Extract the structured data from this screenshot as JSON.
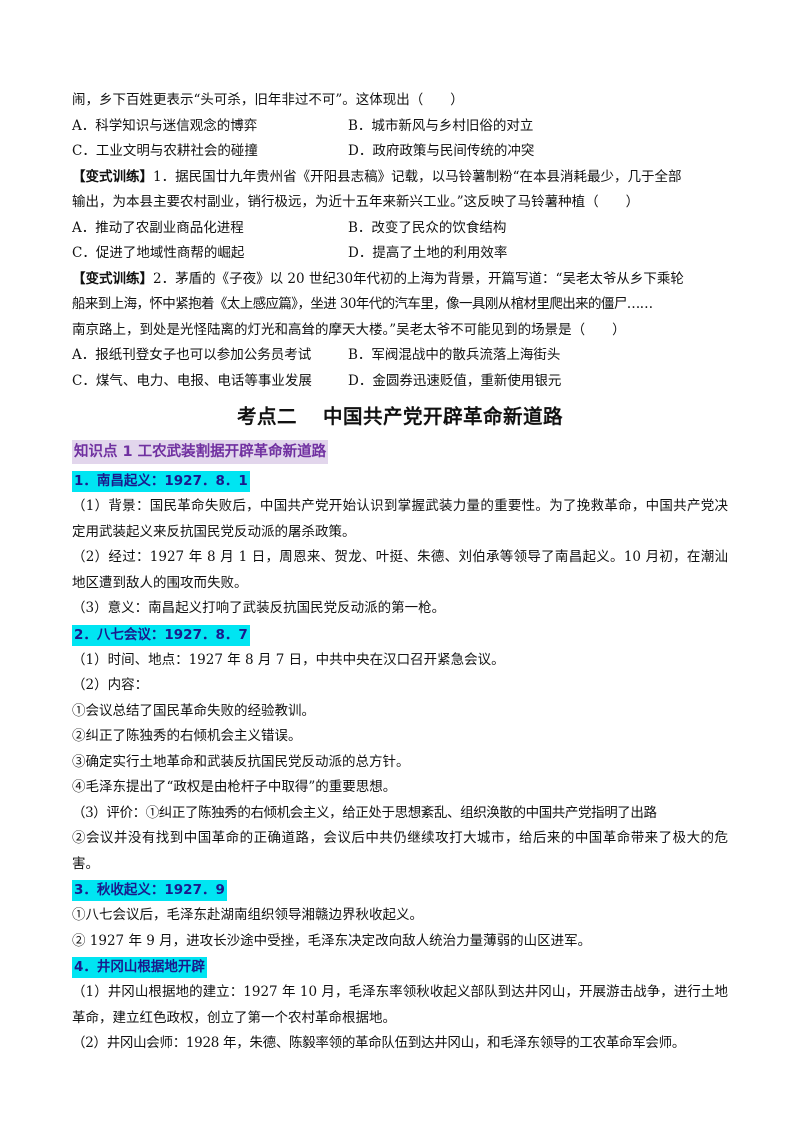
{
  "top_question": {
    "line1": "闹，乡下百姓更表示“头可杀，旧年非过不可”。这体现出（　　）",
    "options": [
      [
        "A．科学知识与迷信观念的博弈",
        "B．城市新风与乡村旧俗的对立"
      ],
      [
        "C．工业文明与农耕社会的碰撞",
        "D．政府政策与民间传统的冲突"
      ]
    ]
  },
  "exercise1": {
    "tag": "【变式训练】",
    "line1": "1．据民国廿九年贵州省《开阳县志稿》记载，以马铃薯制粉“在本县消耗最少，几于全部",
    "line2": "输出，为本县主要农村副业，销行极远，为近十五年来新兴工业。”这反映了马铃薯种植（　　）",
    "options": [
      [
        "A．推动了农副业商品化进程",
        "B．改变了民众的饮食结构"
      ],
      [
        "C．促进了地域性商帮的崛起",
        "D．提高了土地的利用效率"
      ]
    ]
  },
  "exercise2": {
    "tag": "【变式训练】",
    "line1": "2．茅盾的《子夜》以 20 世纪30年代初的上海为背景，开篇写道：“吴老太爷从乡下乘轮",
    "line2": "船来到上海，怀中紧抱着《太上感应篇》，坐进 30年代的汽车里，像一具刚从棺材里爬出来的僵尸……",
    "line3": "南京路上，到处是光怪陆离的灯光和高耸的摩天大楼。”吴老太爷不可能见到的场景是（　　）",
    "options": [
      [
        "A．报纸刊登女子也可以参加公务员考试",
        "B．军阀混战中的散兵流落上海街头"
      ],
      [
        "C．煤气、电力、电报、电话等事业发展",
        "D．金圆券迅速贬值，重新使用银元"
      ]
    ]
  },
  "kaodian": {
    "num": "考点二",
    "title": "中国共产党开辟革命新道路"
  },
  "zhishidian": "知识点 1  工农武装割据开辟革命新道路",
  "s1": {
    "head": "1．南昌起义：1927．8．1",
    "p1": "（1）背景：国民革命失败后，中国共产党开始认识到掌握武装力量的重要性。为了挽救革命，中国共产党决定用武装起义来反抗国民党反动派的屠杀政策。",
    "p2": "（2）经过：1927 年 8 月 1 日，周恩来、贺龙、叶挺、朱德、刘伯承等领导了南昌起义。10 月初，在潮汕地区遭到敌人的围攻而失败。",
    "p3": "（3）意义：南昌起义打响了武装反抗国民党反动派的第一枪。"
  },
  "s2": {
    "head": "2．八七会议：1927．8．7",
    "p1": "（1）时间、地点：1927 年 8 月 7 日，中共中央在汉口召开紧急会议。",
    "p2": "（2）内容：",
    "i1": "①会议总结了国民革命失败的经验教训。",
    "i2": "②纠正了陈独秀的右倾机会主义错误。",
    "i3": "③确定实行土地革命和武装反抗国民党反动派的总方针。",
    "i4": "④毛泽东提出了“政权是由枪杆子中取得”的重要思想。",
    "p3": "（3）评价：①纠正了陈独秀的右倾机会主义，给正处于思想紊乱、组织涣散的中国共产党指明了出路",
    "p4": "②会议并没有找到中国革命的正确道路，会议后中共仍继续攻打大城市，给后来的中国革命带来了极大的危害。"
  },
  "s3": {
    "head": "3．秋收起义：1927．9",
    "i1": "①八七会议后，毛泽东赴湖南组织领导湘赣边界秋收起义。",
    "i2": "② 1927 年 9 月，进攻长沙途中受挫，毛泽东决定改向敌人统治力量薄弱的山区进军。"
  },
  "s4": {
    "head": "4．井冈山根据地开辟",
    "p1": "（1）井冈山根据地的建立：1927 年 10 月，毛泽东率领秋收起义部队到达井冈山，开展游击战争，进行土地革命，建立红色政权，创立了第一个农村革命根据地。",
    "p2": "（2）井冈山会师：1928 年，朱德、陈毅率领的革命队伍到达井冈山，和毛泽东领导的工农革命军会师。"
  },
  "colors": {
    "highlight": "#00e5f2",
    "knowledge_bg": "#e2d6ec",
    "knowledge_text": "#7030a0"
  }
}
